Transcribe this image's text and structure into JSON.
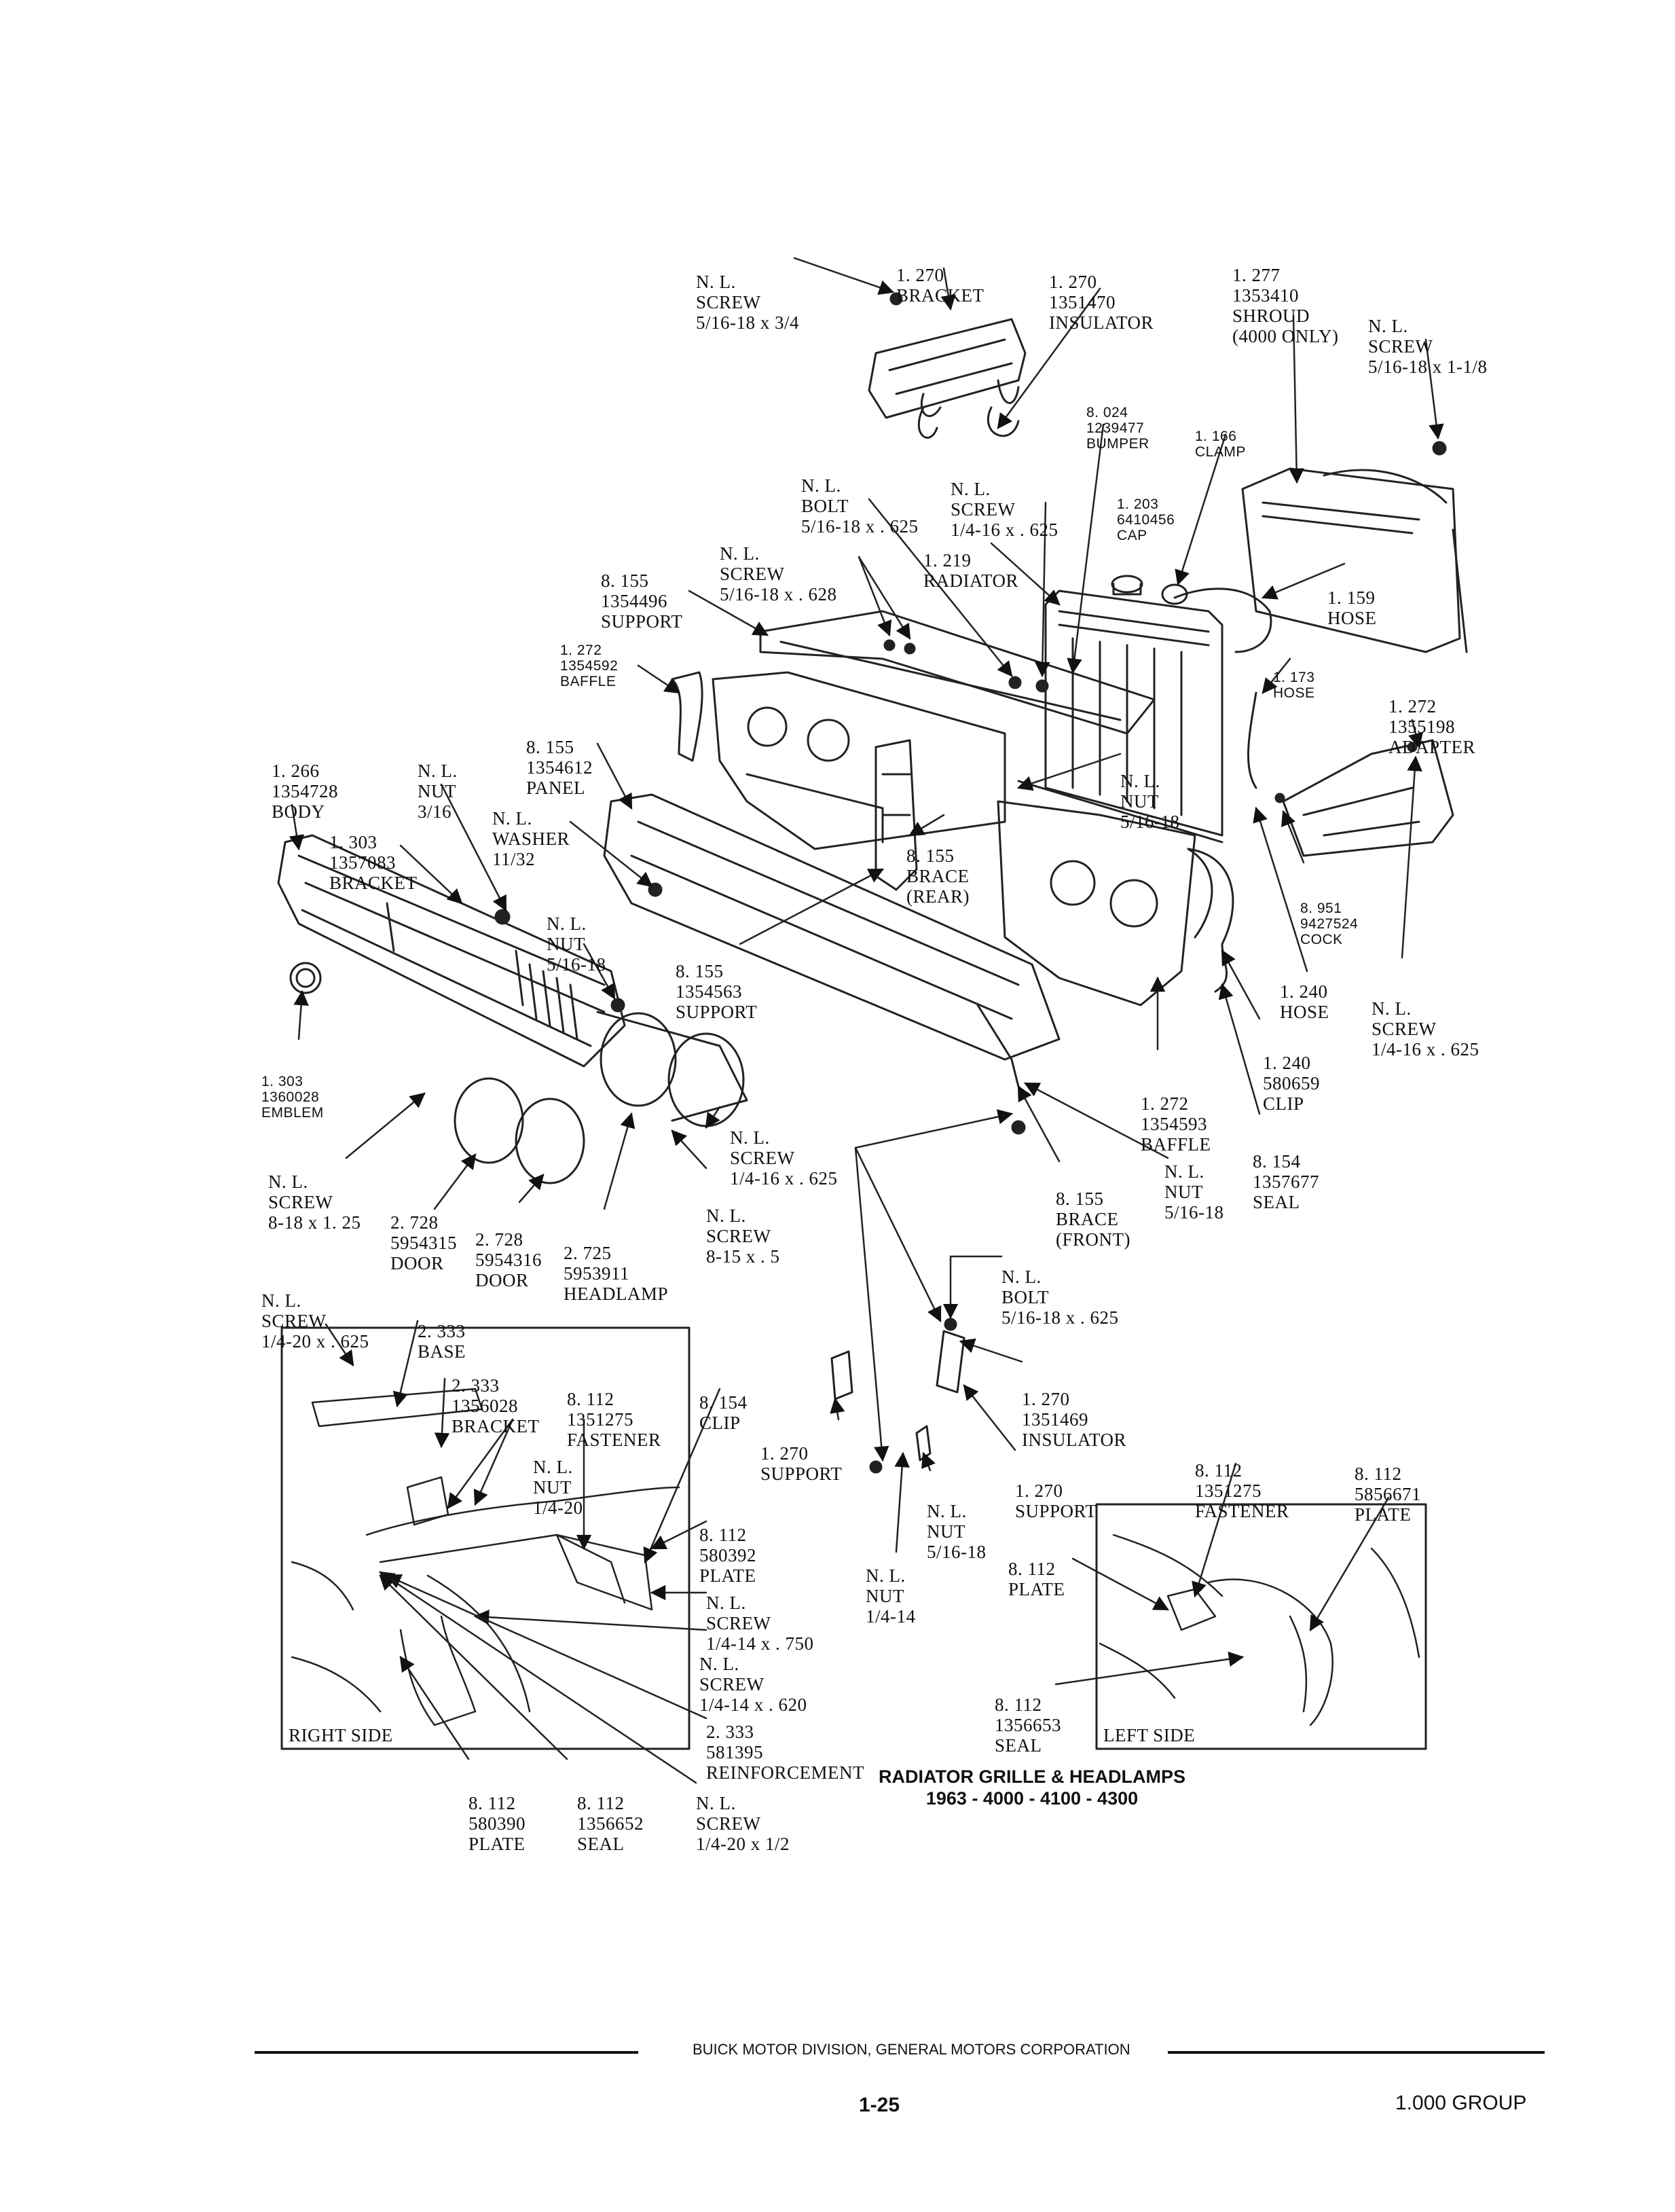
{
  "title": {
    "line1": "RADIATOR GRILLE & HEADLAMPS",
    "line2": "1963 - 4000 - 4100 - 4300"
  },
  "inset_labels": {
    "right": "RIGHT SIDE",
    "left": "LEFT SIDE"
  },
  "footer": {
    "company": "BUICK MOTOR DIVISION, GENERAL MOTORS CORPORATION",
    "page": "1-25",
    "group": "1.000 GROUP"
  },
  "callouts": [
    {
      "id": "screw-5-16x3-4",
      "lines": [
        "N. L.",
        "SCREW",
        "5/16-18 x 3/4"
      ]
    },
    {
      "id": "bracket-top",
      "lines": [
        "1. 270",
        "BRACKET"
      ]
    },
    {
      "id": "insulator-top",
      "lines": [
        "1. 270",
        "1351470",
        "INSULATOR"
      ]
    },
    {
      "id": "shroud",
      "lines": [
        "1. 277",
        "1353410",
        "SHROUD",
        "(4000 ONLY)"
      ]
    },
    {
      "id": "screw-shroud",
      "lines": [
        "N. L.",
        "SCREW",
        "5/16-18 x 1-1/8"
      ]
    },
    {
      "id": "bumper",
      "lines": [
        "8. 024",
        "1239477",
        "BUMPER"
      ]
    },
    {
      "id": "clamp",
      "lines": [
        "1. 166",
        "CLAMP"
      ]
    },
    {
      "id": "bolt-top",
      "lines": [
        "N. L.",
        "BOLT",
        "5/16-18 x . 625"
      ]
    },
    {
      "id": "screw-1-4-top",
      "lines": [
        "N. L.",
        "SCREW",
        "1/4-16 x . 625"
      ]
    },
    {
      "id": "cap",
      "lines": [
        "1. 203",
        "6410456",
        "CAP"
      ]
    },
    {
      "id": "hose-159",
      "lines": [
        "1. 159",
        "HOSE"
      ]
    },
    {
      "id": "screw-628",
      "lines": [
        "N. L.",
        "SCREW",
        "5/16-18 x . 628"
      ]
    },
    {
      "id": "radiator",
      "lines": [
        "1. 219",
        "RADIATOR"
      ]
    },
    {
      "id": "support-155",
      "lines": [
        "8. 155",
        "1354496",
        "SUPPORT"
      ]
    },
    {
      "id": "baffle-272",
      "lines": [
        "1. 272",
        "1354592",
        "BAFFLE"
      ]
    },
    {
      "id": "hose-173",
      "lines": [
        "1. 173",
        "HOSE"
      ]
    },
    {
      "id": "adapter",
      "lines": [
        "1. 272",
        "1355198",
        "ADAPTER"
      ]
    },
    {
      "id": "body",
      "lines": [
        "1. 266",
        "1354728",
        "BODY"
      ]
    },
    {
      "id": "nut-3-16",
      "lines": [
        "N. L.",
        "NUT",
        "3/16"
      ]
    },
    {
      "id": "panel",
      "lines": [
        "8. 155",
        "1354612",
        "PANEL"
      ]
    },
    {
      "id": "nut-rad",
      "lines": [
        "N. L.",
        "NUT",
        "5/16-18"
      ]
    },
    {
      "id": "bracket-303",
      "lines": [
        "1. 303",
        "1357083",
        "BRACKET"
      ]
    },
    {
      "id": "washer",
      "lines": [
        "N. L.",
        "WASHER",
        "11/32"
      ]
    },
    {
      "id": "brace-rear",
      "lines": [
        "8. 155",
        "BRACE",
        "(REAR)"
      ]
    },
    {
      "id": "cock",
      "lines": [
        "8. 951",
        "9427524",
        "COCK"
      ]
    },
    {
      "id": "nut-grille",
      "lines": [
        "N. L.",
        "NUT",
        "5/16-18"
      ]
    },
    {
      "id": "support-563",
      "lines": [
        "8. 155",
        "1354563",
        "SUPPORT"
      ]
    },
    {
      "id": "hose-240",
      "lines": [
        "1. 240",
        "HOSE"
      ]
    },
    {
      "id": "screw-adapter",
      "lines": [
        "N. L.",
        "SCREW",
        "1/4-16 x . 625"
      ]
    },
    {
      "id": "clip-240",
      "lines": [
        "1. 240",
        "580659",
        "CLIP"
      ]
    },
    {
      "id": "emblem",
      "lines": [
        "1. 303",
        "1360028",
        "EMBLEM"
      ]
    },
    {
      "id": "baffle-593",
      "lines": [
        "1. 272",
        "1354593",
        "BAFFLE"
      ]
    },
    {
      "id": "seal-154",
      "lines": [
        "8. 154",
        "1357677",
        "SEAL"
      ]
    },
    {
      "id": "screw-8-18",
      "lines": [
        "N. L.",
        "SCREW",
        "8-18 x 1. 25"
      ]
    },
    {
      "id": "screw-hl",
      "lines": [
        "N. L.",
        "SCREW",
        "1/4-16 x . 625"
      ]
    },
    {
      "id": "nut-brace",
      "lines": [
        "N. L.",
        "NUT",
        "5/16-18"
      ]
    },
    {
      "id": "brace-front",
      "lines": [
        "8. 155",
        "BRACE",
        "(FRONT)"
      ]
    },
    {
      "id": "door-315",
      "lines": [
        "2. 728",
        "5954315",
        "DOOR"
      ]
    },
    {
      "id": "door-316",
      "lines": [
        "2. 728",
        "5954316",
        "DOOR"
      ]
    },
    {
      "id": "headlamp",
      "lines": [
        "2. 725",
        "5953911",
        "HEADLAMP"
      ]
    },
    {
      "id": "screw-8-15",
      "lines": [
        "N. L.",
        "SCREW",
        "8-15 x . 5"
      ]
    },
    {
      "id": "bolt-625",
      "lines": [
        "N. L.",
        "BOLT",
        "5/16-18 x . 625"
      ]
    },
    {
      "id": "screw-1-4-20",
      "lines": [
        "N. L.",
        "SCREW",
        "1/4-20 x . 625"
      ]
    },
    {
      "id": "base",
      "lines": [
        "2. 333",
        "BASE"
      ]
    },
    {
      "id": "bracket-333",
      "lines": [
        "2. 333",
        "1356028",
        "BRACKET"
      ]
    },
    {
      "id": "fastener-r",
      "lines": [
        "8. 112",
        "1351275",
        "FASTENER"
      ]
    },
    {
      "id": "clip-154",
      "lines": [
        "8. 154",
        "CLIP"
      ]
    },
    {
      "id": "insulator-469",
      "lines": [
        "1. 270",
        "1351469",
        "INSULATOR"
      ]
    },
    {
      "id": "support-270a",
      "lines": [
        "1. 270",
        "SUPPORT"
      ]
    },
    {
      "id": "support-270b",
      "lines": [
        "1. 270",
        "SUPPORT"
      ]
    },
    {
      "id": "nut-1-4-20",
      "lines": [
        "N. L.",
        "NUT",
        "1/4-20"
      ]
    },
    {
      "id": "nut-5-16-low",
      "lines": [
        "N. L.",
        "NUT",
        "5/16-18"
      ]
    },
    {
      "id": "fastener-l",
      "lines": [
        "8. 112",
        "1351275",
        "FASTENER"
      ]
    },
    {
      "id": "plate-671",
      "lines": [
        "8. 112",
        "5856671",
        "PLATE"
      ]
    },
    {
      "id": "plate-392",
      "lines": [
        "8. 112",
        "580392",
        "PLATE"
      ]
    },
    {
      "id": "nut-1-4-14",
      "lines": [
        "N. L.",
        "NUT",
        "1/4-14"
      ]
    },
    {
      "id": "plate-l",
      "lines": [
        "8. 112",
        "PLATE"
      ]
    },
    {
      "id": "screw-750",
      "lines": [
        "N. L.",
        "SCREW",
        "1/4-14 x . 750"
      ]
    },
    {
      "id": "screw-620",
      "lines": [
        "N. L.",
        "SCREW",
        "1/4-14 x . 620"
      ]
    },
    {
      "id": "seal-653",
      "lines": [
        "8. 112",
        "1356653",
        "SEAL"
      ]
    },
    {
      "id": "reinforcement",
      "lines": [
        "2. 333",
        "581395",
        "REINFORCEMENT"
      ]
    },
    {
      "id": "plate-390",
      "lines": [
        "8. 112",
        "580390",
        "PLATE"
      ]
    },
    {
      "id": "seal-652",
      "lines": [
        "8. 112",
        "1356652",
        "SEAL"
      ]
    },
    {
      "id": "screw-1-2",
      "lines": [
        "N. L.",
        "SCREW",
        "1/4-20 x 1/2"
      ]
    }
  ]
}
